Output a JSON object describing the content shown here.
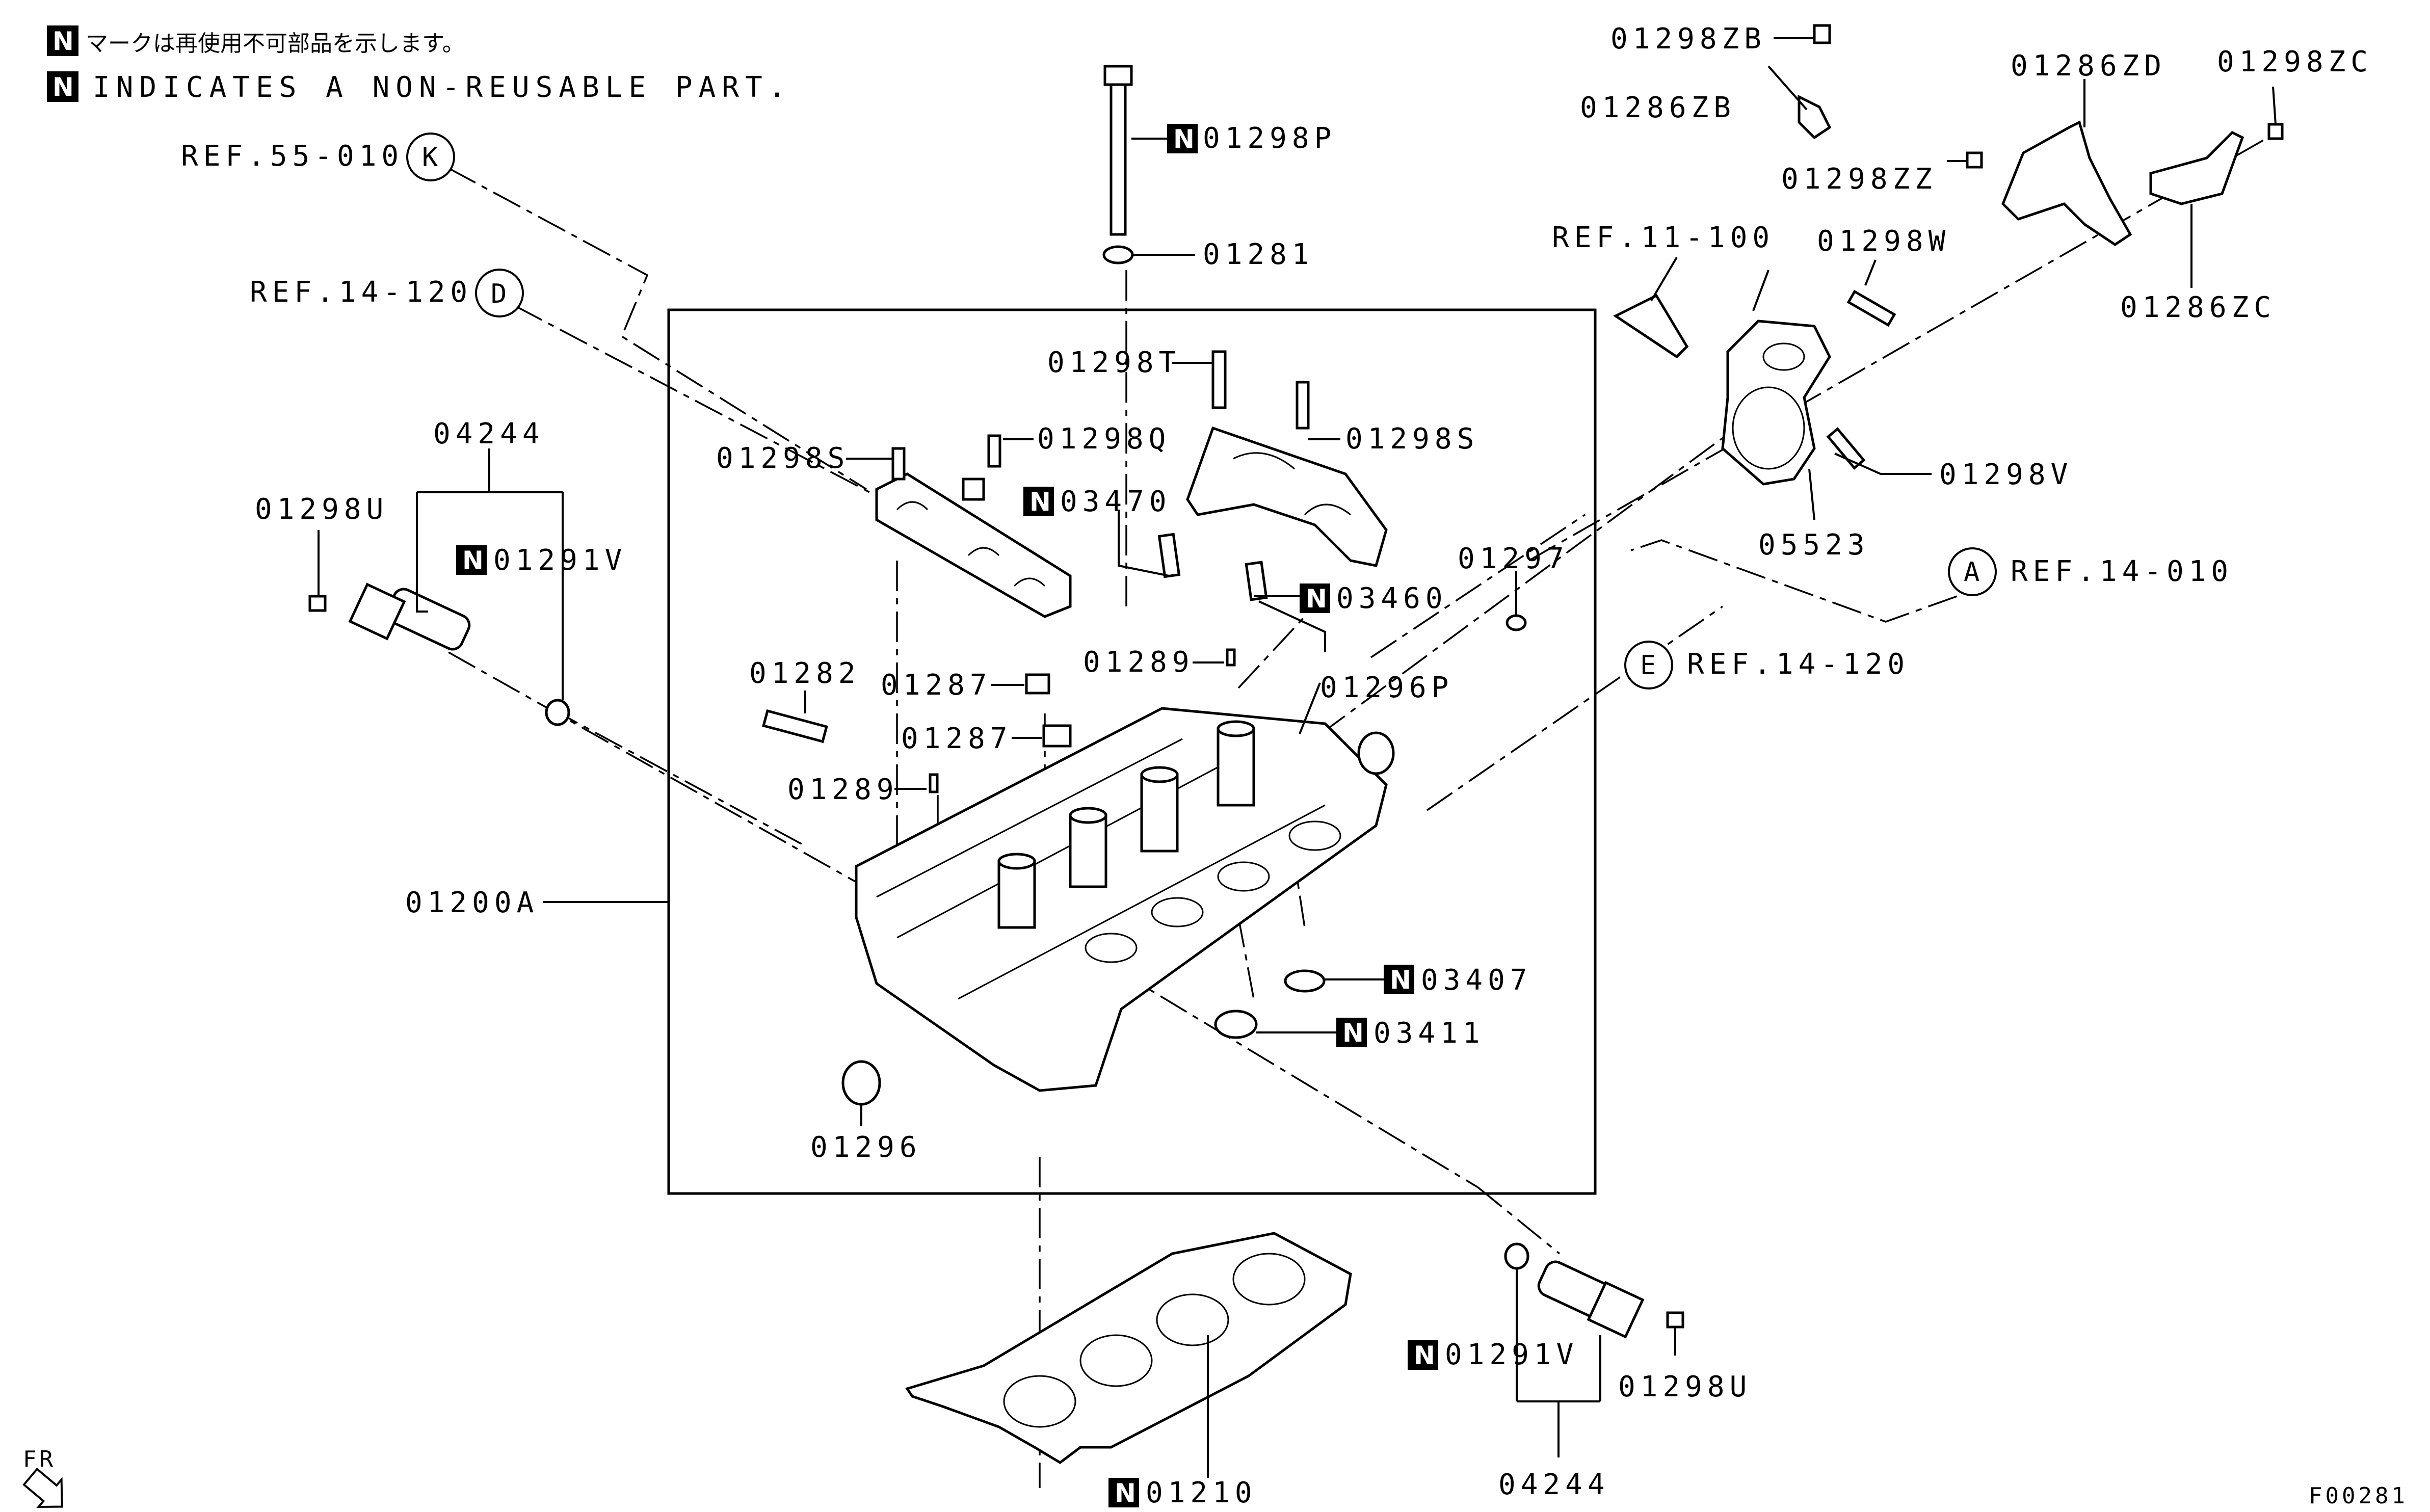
{
  "legend": {
    "badge": "N",
    "japanese": "マークは再使用不可部品を示します。",
    "english": "INDICATES A NON-REUSABLE PART."
  },
  "refs": [
    {
      "id": "ref-k",
      "text": "REF.55-010",
      "circle": "K"
    },
    {
      "id": "ref-d",
      "text": "REF.14-120",
      "circle": "D"
    },
    {
      "id": "ref-a",
      "text": "REF.14-010",
      "circle": "A"
    },
    {
      "id": "ref-e",
      "text": "REF.14-120",
      "circle": "E"
    },
    {
      "id": "ref-11",
      "text": "REF.11-100"
    }
  ],
  "parts": {
    "p01298P": "01298P",
    "p01281": "01281",
    "p01298T": "01298T",
    "p01298Q": "01298Q",
    "p01298S_left": "01298S",
    "p01298S_right": "01298S",
    "p03470": "03470",
    "p03460": "03460",
    "p01297": "01297",
    "p01296P": "01296P",
    "p01289_top": "01289",
    "p01289_left": "01289",
    "p01282": "01282",
    "p01287_top": "01287",
    "p01287_bottom": "01287",
    "p01200A": "01200A",
    "p03407": "03407",
    "p03411": "03411",
    "p01296": "01296",
    "p01210": "01210",
    "p04244_left": "04244",
    "p01298U_left": "01298U",
    "p01291V_left": "01291V",
    "p01291V_right": "01291V",
    "p01298U_right": "01298U",
    "p04244_right": "04244",
    "p01298ZB": "01298ZB",
    "p01286ZB": "01286ZB",
    "p01286ZD": "01286ZD",
    "p01298ZC": "01298ZC",
    "p01298ZZ": "01298ZZ",
    "p01298W": "01298W",
    "p01286ZC": "01286ZC",
    "p01298V": "01298V",
    "p05523": "05523"
  },
  "footer": {
    "front": "FR",
    "figure_id": "F00281"
  }
}
